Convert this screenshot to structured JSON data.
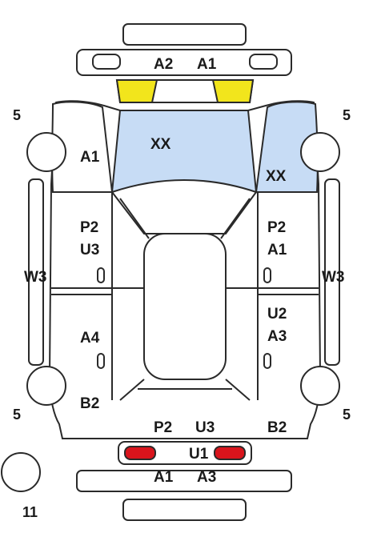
{
  "colors": {
    "yellow_marker": "#f2e51c",
    "red_marker": "#d9141c",
    "glass_blue": "#c7dcf5"
  },
  "labels": {
    "front_left_glass": "A2",
    "front_right_glass": "A1",
    "windshield": "XX",
    "right_front_fender_glass": "XX",
    "left_front_fender": "A1",
    "left_front_door_p": "P2",
    "left_front_door_u": "U3",
    "right_front_door_p": "P2",
    "right_front_door_a": "A1",
    "left_sill": "W3",
    "right_sill": "W3",
    "left_rear_door": "A4",
    "right_rear_door_u": "U2",
    "right_rear_door_a": "A3",
    "left_quarter": "B2",
    "right_quarter": "B2",
    "rear_p": "P2",
    "rear_u3": "U3",
    "rear_u1": "U1",
    "rear_bumper_left": "A1",
    "rear_bumper_right": "A3",
    "tire_front_left": "5",
    "tire_front_right": "5",
    "tire_rear_left": "5",
    "tire_rear_right": "5",
    "spare_tire": "11"
  }
}
